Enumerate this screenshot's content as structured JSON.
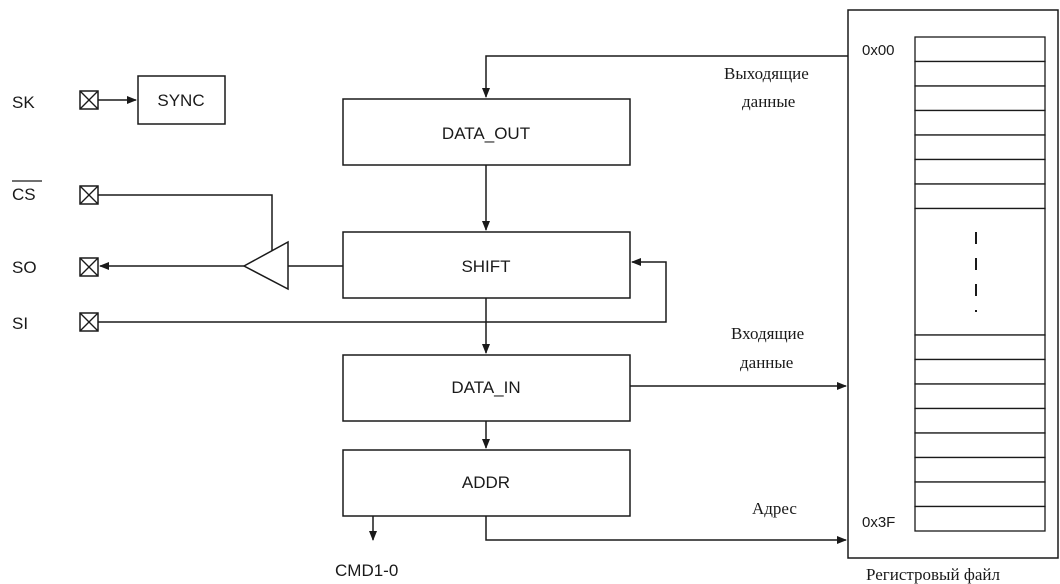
{
  "pins": {
    "sk": "SK",
    "cs": "CS",
    "so": "SO",
    "si": "SI"
  },
  "blocks": {
    "sync": "SYNC",
    "data_out": "DATA_OUT",
    "shift": "SHIFT",
    "data_in": "DATA_IN",
    "addr": "ADDR"
  },
  "labels": {
    "outgoing_line1": "Выходящие",
    "outgoing_line2": "данные",
    "incoming_line1": "Входящие",
    "incoming_line2": "данные",
    "address": "Адрес",
    "cmd": "CMD1-0",
    "register_file": "Регистровый файл"
  },
  "register_file": {
    "first_address": "0x00",
    "last_address": "0x3F"
  }
}
